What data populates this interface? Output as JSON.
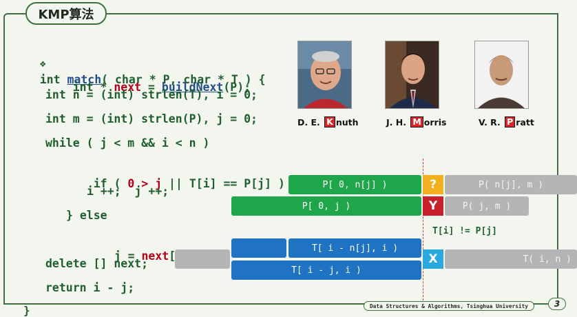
{
  "title": "KMP算法",
  "code": {
    "bullet": "❖",
    "l1_a": "int ",
    "l1_fn": "match",
    "l1_b": "( char * P, char * T ) {",
    "l2_a": "int * ",
    "l2_next": "next",
    "l2_b": " = ",
    "l2_fn": "buildNext",
    "l2_c": "(P);",
    "l3": "int n = (int) strlen(T), i = 0;",
    "l4": "int m = (int) strlen(P), j = 0;",
    "l5": "while ( j < m && i < n )",
    "l6_a": "if ( ",
    "l6_red": "0 > j",
    "l6_b": " || T[i] == P[j] ) {",
    "l7": "i ++;  j ++;",
    "l8": "} else",
    "l9_a": "j = ",
    "l9_next": "next",
    "l9_b": "[j];",
    "l10": "delete [] next;",
    "l11": "return i - j;",
    "l12": "}"
  },
  "people": [
    {
      "pre": "D. E. ",
      "letter": "K",
      "post": "nuth"
    },
    {
      "pre": "J. H. ",
      "letter": "M",
      "post": "orris"
    },
    {
      "pre": "V. R. ",
      "letter": "P",
      "post": "ratt"
    }
  ],
  "diagram": {
    "p_0_nj": "P[ 0, n[j] )",
    "p_nj_m": "P( n[j], m )",
    "p_0_j": "P[ 0, j )",
    "p_j_m": "P( j, m )",
    "t_inj_i": "T[ i - n[j], i )",
    "t_ij_i": "T[ i - j, i )",
    "t_i_n": "T( i, n )",
    "q": "?",
    "y": "Y",
    "x": "X",
    "neq": "T[i] != P[j]",
    "colors": {
      "green": "#1fa64a",
      "gray": "#b5b5b5",
      "blue": "#1f73c2",
      "orange": "#f2b01e",
      "red": "#c8202a",
      "cyan": "#2aa9e0"
    }
  },
  "footer": "Data Structures & Algorithms, Tsinghua University",
  "page_number": "3"
}
